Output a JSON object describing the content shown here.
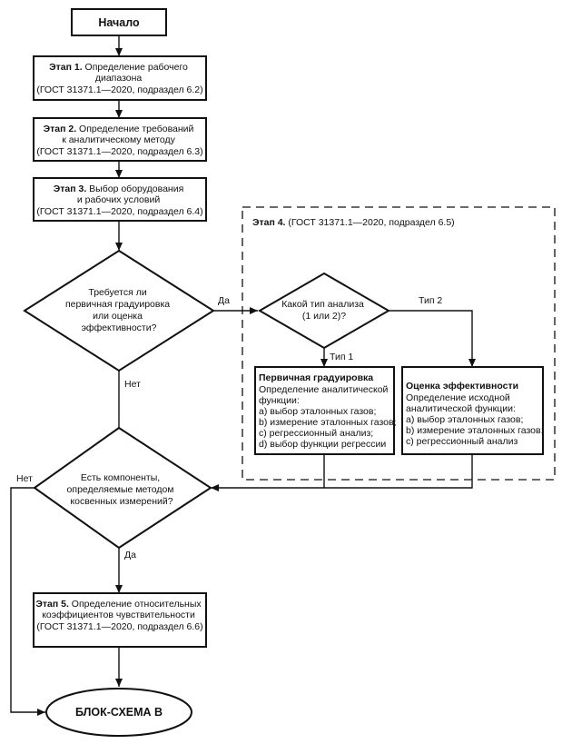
{
  "start": "Начало",
  "stage1": {
    "bold": "Этап 1.",
    "line1": " Определение рабочего",
    "line2": "диапазона",
    "line3": "(ГОСТ 31371.1—2020, подраздел 6.2)"
  },
  "stage2": {
    "bold": "Этап 2.",
    "line1": " Определение требований",
    "line2": "к аналитическому методу",
    "line3": "(ГОСТ 31371.1—2020, подраздел 6.3)"
  },
  "stage3": {
    "bold": "Этап 3.",
    "line1": " Выбор оборудования",
    "line2": "и рабочих условий",
    "line3": "(ГОСТ 31371.1—2020, подраздел 6.4)"
  },
  "stage4": {
    "bold": "Этап 4.",
    "rest": " (ГОСТ 31371.1—2020, подраздел 6.5)"
  },
  "decision1": {
    "lines": [
      "Требуется ли",
      "первичная градуировка",
      "или оценка",
      "эффективности?"
    ],
    "yes": "Да",
    "no": "Нет"
  },
  "decision_type": {
    "lines": [
      "Какой тип анализа",
      "(1 или 2)?"
    ],
    "type1": "Тип 1",
    "type2": "Тип 2"
  },
  "primary_calibration": {
    "title": "Первичная градуировка",
    "lines": [
      "Определение аналитической",
      "функции:",
      "a) выбор эталонных газов;",
      "b) измерение эталонных газов;",
      "c) регрессионный анализ;",
      "d) выбор функции регрессии"
    ]
  },
  "efficiency": {
    "title": "Оценка эффективности",
    "lines": [
      "Определение исходной",
      "аналитической функции:",
      "a) выбор эталонных газов;",
      "b) измерение эталонных газов;",
      "c) регрессионный анализ"
    ]
  },
  "decision2": {
    "lines": [
      "Есть компоненты,",
      "определяемые методом",
      "косвенных измерений?"
    ],
    "yes": "Да",
    "no": "Нет"
  },
  "stage5": {
    "bold": "Этап 5.",
    "line1": " Определение относительных",
    "line2": "коэффициентов чувствительности",
    "line3": "(ГОСТ 31371.1—2020, подраздел 6.6)"
  },
  "end": "БЛОК-СХЕМА В"
}
